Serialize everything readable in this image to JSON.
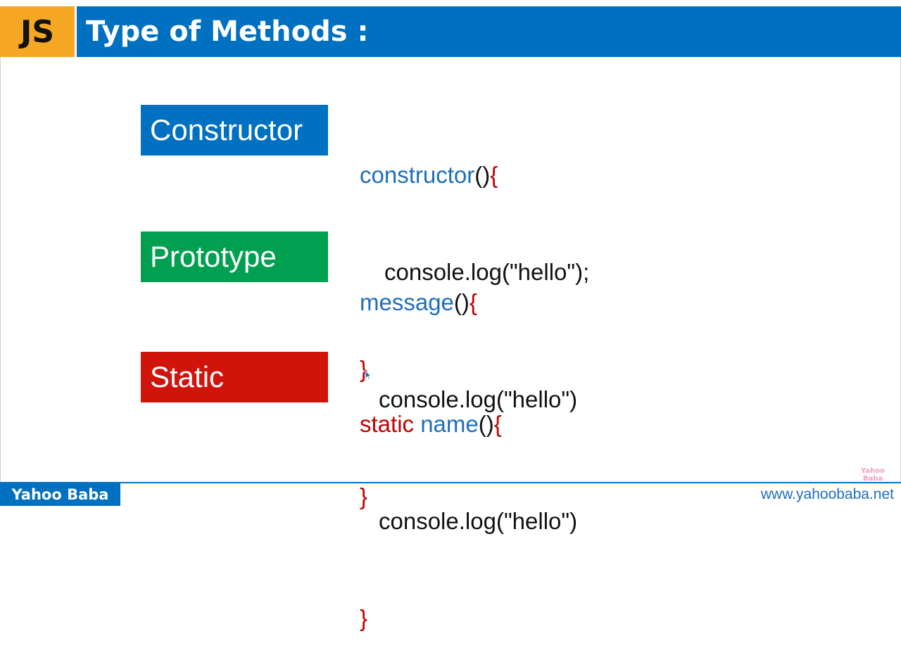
{
  "header": {
    "badge": "JS",
    "title": "Type of Methods :"
  },
  "methods": [
    {
      "label": "Constructor",
      "color": "#0070c0",
      "code": {
        "keyword": "",
        "name": "constructor",
        "signature_tail": "()",
        "open_brace": "{",
        "body": "console.log(\"hello\");",
        "close_brace": "}"
      }
    },
    {
      "label": "Prototype",
      "color": "#00a050",
      "code": {
        "keyword": "",
        "name": "message",
        "signature_tail": "()",
        "open_brace": "{",
        "body": "console.log(\"hello\")",
        "close_brace": "}"
      }
    },
    {
      "label": "Static",
      "color": "#d0140c",
      "code": {
        "keyword": "static",
        "name": "name",
        "signature_tail": "()",
        "open_brace": "{",
        "body": "console.log(\"hello\")",
        "close_brace": "}"
      }
    }
  ],
  "footer": {
    "brand": "Yahoo Baba",
    "url": "www.yahoobaba.net",
    "watermark_line1": "Yahoo",
    "watermark_line2": "Baba"
  },
  "icons": {
    "cursor": "mouse-pointer-icon"
  },
  "colors": {
    "title_bar": "#0070c0",
    "badge": "#f5a623",
    "code_blue": "#1f6fb8",
    "code_red": "#c00000"
  }
}
